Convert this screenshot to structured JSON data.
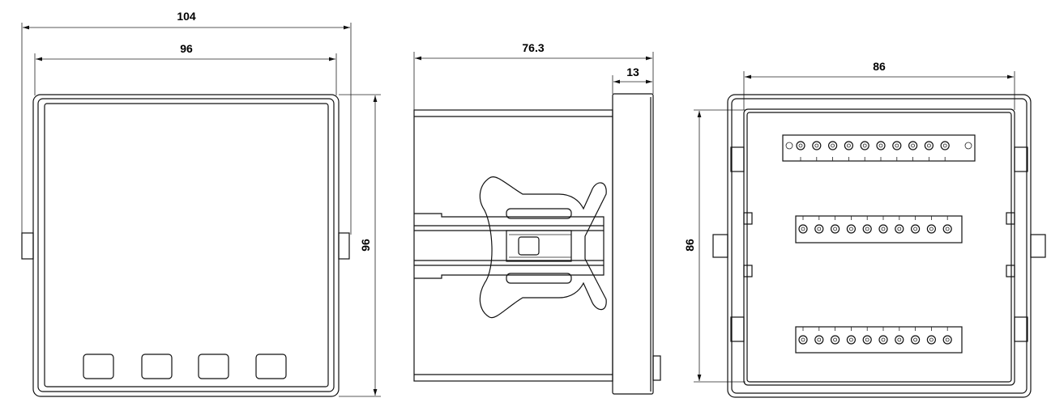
{
  "front_view": {
    "width_overall_label": "104",
    "width_bezel_label": "96",
    "height_label": "96",
    "button_count": 4
  },
  "side_view": {
    "depth_label": "76.3",
    "bezel_depth_label": "13"
  },
  "rear_view": {
    "width_label": "86",
    "height_label": "86",
    "terminal_rows": [
      {
        "name": "top-terminal-block",
        "pins": 10
      },
      {
        "name": "middle-terminal-block",
        "pins": 10
      },
      {
        "name": "bottom-terminal-block",
        "pins": 10
      }
    ]
  },
  "colors": {
    "line": "#111111",
    "background": "#ffffff"
  }
}
